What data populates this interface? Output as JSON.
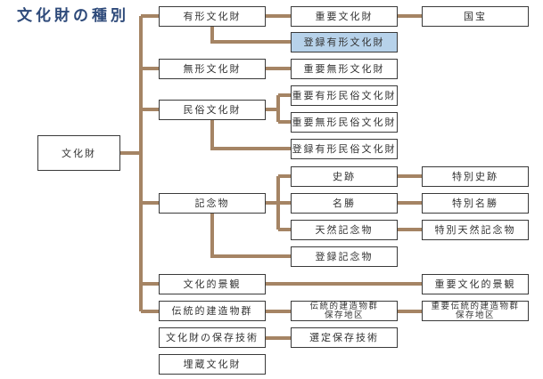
{
  "title": "文化財の種別",
  "colors": {
    "connector": "#a58464",
    "highlight": "#b7d2ea",
    "title": "#2e4a7a",
    "border": "#3a3a3a"
  },
  "root": "文化財",
  "nodes": {
    "yukei": "有形文化財",
    "juyo_bunkazai": "重要文化財",
    "kokuho": "国宝",
    "toroku_yukei": "登録有形文化財",
    "mukei": "無形文化財",
    "juyo_mukei": "重要無形文化財",
    "minzoku": "民俗文化財",
    "juyo_yukei_minzoku": "重要有形民俗文化財",
    "juyo_mukei_minzoku": "重要無形民俗文化財",
    "toroku_yukei_minzoku": "登録有形民俗文化財",
    "kinenbutsu": "記念物",
    "shiseki": "史跡",
    "tokubetsu_shiseki": "特別史跡",
    "meisho": "名勝",
    "tokubetsu_meisho": "特別名勝",
    "tennen": "天然記念物",
    "tokubetsu_tennen": "特別天然記念物",
    "toroku_kinenbutsu": "登録記念物",
    "keikan": "文化的景観",
    "juyo_keikan": "重要文化的景観",
    "dentoteki": "伝統的建造物群",
    "hozon_chiku": "伝統的建造物群\n保存地区",
    "juyo_hozon_chiku": "重要伝統的建造物群\n保存地区",
    "hozon_gijutsu": "文化財の保存技術",
    "sentei_gijutsu": "選定保存技術",
    "maizo": "埋蔵文化財"
  }
}
